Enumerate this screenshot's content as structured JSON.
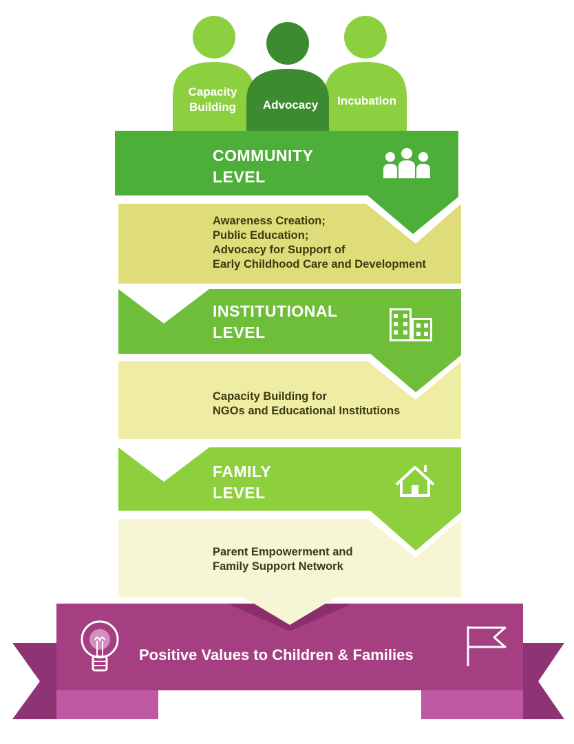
{
  "people": [
    {
      "label_lines": [
        "Capacity",
        "Building"
      ],
      "color": "#8dd03f"
    },
    {
      "label_lines": [
        "Advocacy"
      ],
      "color": "#3d8b30"
    },
    {
      "label_lines": [
        "Incubation"
      ],
      "color": "#8dd03f"
    }
  ],
  "levels": [
    {
      "title_lines": [
        "COMMUNITY",
        "LEVEL"
      ],
      "icon": "people-group-icon",
      "color": "#4daf3a",
      "description_lines": [
        "Awareness Creation;",
        "Public Education;",
        "Advocacy for Support of",
        "Early Childhood Care and Development"
      ],
      "description_color": "#dedd7a"
    },
    {
      "title_lines": [
        "INSTITUTIONAL",
        "LEVEL"
      ],
      "icon": "buildings-icon",
      "color": "#6fbe3a",
      "description_lines": [
        "Capacity Building for",
        "NGOs and Educational Institutions"
      ],
      "description_color": "#efeda3"
    },
    {
      "title_lines": [
        "FAMILY",
        "LEVEL"
      ],
      "icon": "house-icon",
      "color": "#8dcf3c",
      "description_lines": [
        "Parent Empowerment and",
        "Family Support Network"
      ],
      "description_color": "#f6f5d4"
    }
  ],
  "banner": {
    "text": "Positive Values to Children & Families",
    "left_icon": "lightbulb-icon",
    "right_icon": "flag-icon",
    "color": "#a53f82",
    "tail_color": "#8e3474",
    "fold_color": "#bf58a3"
  }
}
